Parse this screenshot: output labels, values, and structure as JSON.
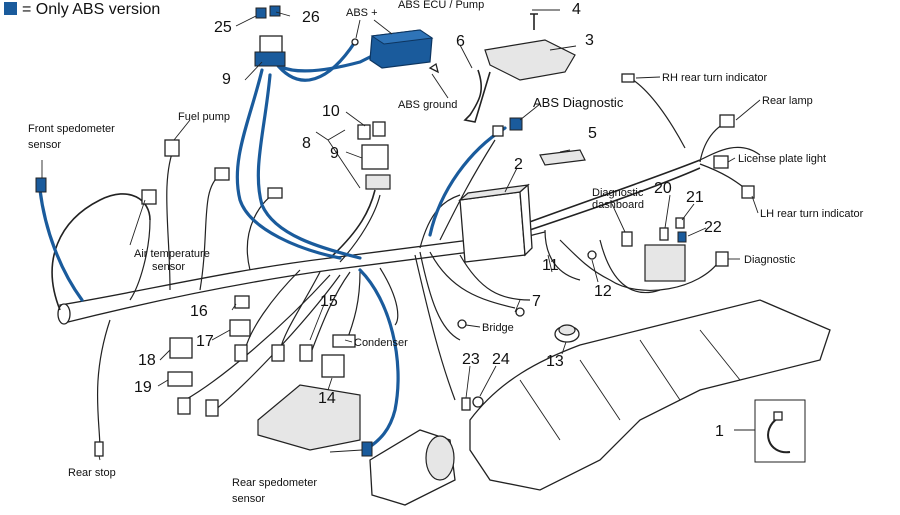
{
  "legend": {
    "text": "= Only ABS version",
    "color": "#1a5b9c"
  },
  "labels": {
    "abs_plus": "ABS +",
    "abs_ecu": "ABS ECU / Pump",
    "abs_ground": "ABS ground",
    "abs_diagnostic": "ABS Diagnostic",
    "fuel_pump": "Fuel pump",
    "front_speedo_1": "Front spedometer",
    "front_speedo_2": "sensor",
    "air_temp_1": "Air temperature",
    "air_temp_2": "sensor",
    "rh_turn": "RH rear turn indicator",
    "rear_lamp": "Rear lamp",
    "license_plate": "License plate light",
    "lh_turn": "LH rear turn indicator",
    "diag_dash_1": "Diagnostic",
    "diag_dash_2": "dashboard",
    "diagnostic": "Diagnostic",
    "bridge": "Bridge",
    "condenser": "Condenser",
    "rear_stop": "Rear stop",
    "rear_speedo_1": "Rear spedometer",
    "rear_speedo_2": "sensor"
  },
  "numbers": {
    "n1": "1",
    "n2": "2",
    "n3": "3",
    "n4": "4",
    "n5": "5",
    "n6": "6",
    "n7": "7",
    "n8": "8",
    "n9a": "9",
    "n9b": "9",
    "n10": "10",
    "n11": "11",
    "n12": "12",
    "n13": "13",
    "n14": "14",
    "n15": "15",
    "n16": "16",
    "n17": "17",
    "n18": "18",
    "n19": "19",
    "n20": "20",
    "n21": "21",
    "n22": "22",
    "n23": "23",
    "n24": "24",
    "n25": "25",
    "n26": "26"
  }
}
